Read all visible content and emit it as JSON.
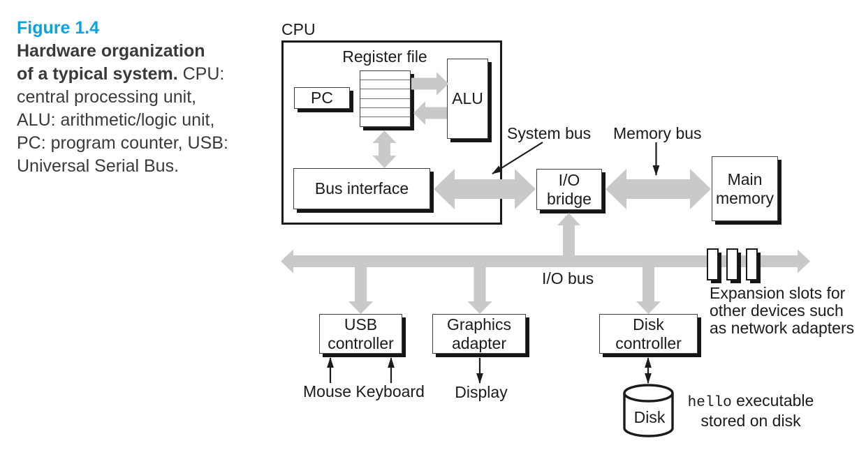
{
  "figure": {
    "label": "Figure 1.4",
    "caption_lines": {
      "l1": {
        "bold": "Hardware organization"
      },
      "l2": {
        "bold": "of a typical system.",
        "regular": " CPU:"
      },
      "l3": {
        "regular": "central processing unit,"
      },
      "l4": {
        "regular": "ALU: arithmetic/logic unit,"
      },
      "l5": {
        "regular": "PC: program counter, USB:"
      },
      "l6": {
        "regular": "Universal Serial Bus."
      }
    }
  },
  "diagram": {
    "cpu_label": "CPU",
    "register_file_label": "Register file",
    "pc_box": "PC",
    "alu_box": "ALU",
    "bus_interface_box": "Bus interface",
    "io_bridge_box": {
      "line1": "I/O",
      "line2": "bridge"
    },
    "main_memory_box": {
      "line1": "Main",
      "line2": "memory"
    },
    "usb_controller_box": {
      "line1": "USB",
      "line2": "controller"
    },
    "graphics_adapter_box": {
      "line1": "Graphics",
      "line2": "adapter"
    },
    "disk_controller_box": {
      "line1": "Disk",
      "line2": "controller"
    },
    "system_bus_label": "System bus",
    "memory_bus_label": "Memory bus",
    "io_bus_label": "I/O bus",
    "mouse_keyboard_label": "Mouse Keyboard",
    "display_label": "Display",
    "disk_label": "Disk",
    "expansion_slots_label": {
      "line1": "Expansion slots for",
      "line2": "other devices such",
      "line3": "as network adapters"
    },
    "disk_note": {
      "code": "hello",
      "line1_rest": " executable",
      "line2": "stored on disk"
    }
  },
  "colors": {
    "ink": "#1b1b1b",
    "caption_ink": "#3a3a3a",
    "blue": "#0aa3e2",
    "arrow": "#c9c9c9",
    "shadow": "#161616",
    "border": "#3f3f3f"
  }
}
